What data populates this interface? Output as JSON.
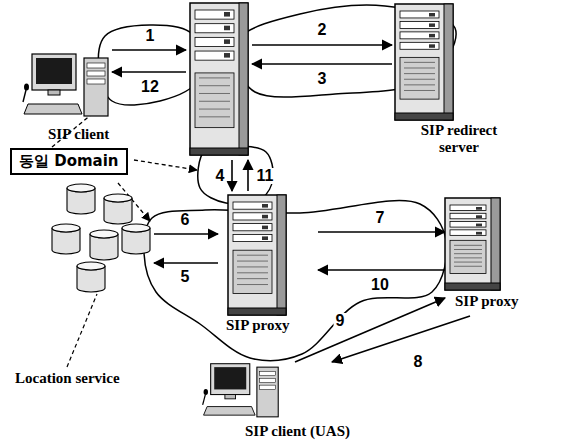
{
  "diagram": {
    "nodes": [
      {
        "text": [
          "SIP client"
        ]
      },
      {
        "text": [
          "SIP redirect server"
        ]
      },
      {
        "text": [
          "동일 Domain"
        ]
      },
      {
        "text": [
          "Location service"
        ]
      },
      {
        "text": [
          "SIP proxy"
        ]
      },
      {
        "text": [
          "SIP proxy"
        ]
      },
      {
        "text": [
          "SIP client (UAS)"
        ]
      }
    ],
    "edges": [
      {
        "from": 3,
        "to": 4,
        "label": "6",
        "arrow": "to"
      },
      {
        "from": 4,
        "to": 3,
        "label": "5",
        "arrow": "to"
      },
      {
        "from": 4,
        "to": 5,
        "label": "7",
        "arrow": "to"
      },
      {
        "from": 5,
        "to": 4,
        "label": "10",
        "arrow": "to"
      },
      {
        "from": 5,
        "to": 6,
        "label": "8",
        "arrow": "to"
      },
      {
        "from": 6,
        "to": 5,
        "label": "9",
        "arrow": "to"
      }
    ],
    "labels": [
      "1",
      "12",
      "2",
      "3",
      "4",
      "11"
    ]
  }
}
